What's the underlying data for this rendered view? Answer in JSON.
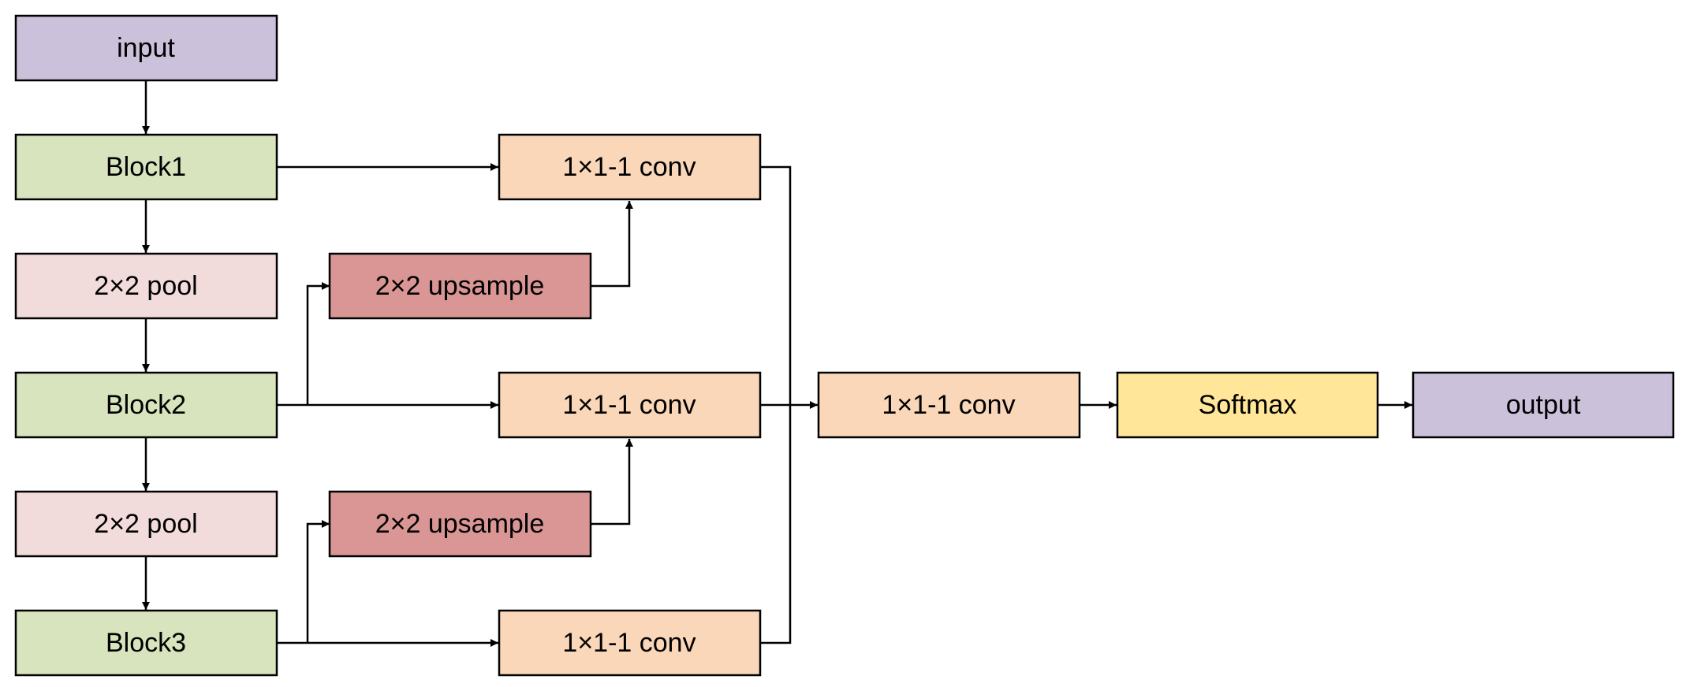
{
  "colors": {
    "io": "#CCC1DA",
    "block": "#D7E4BD",
    "pool": "#F2DCDB",
    "upsample": "#D99694",
    "conv": "#FAD7B8",
    "softmax": "#FFE699",
    "stroke": "#000000"
  },
  "nodes": {
    "input": "input",
    "block1": "Block1",
    "pool1": "2×2 pool",
    "block2": "Block2",
    "pool2": "2×2 pool",
    "block3": "Block3",
    "upsample1": "2×2 upsample",
    "upsample2": "2×2 upsample",
    "conv1": "1×1-1 conv",
    "conv2": "1×1-1 conv",
    "conv3": "1×1-1 conv",
    "conv_merge": "1×1-1 conv",
    "softmax": "Softmax",
    "output": "output"
  },
  "edges": [
    [
      "input",
      "block1"
    ],
    [
      "block1",
      "pool1"
    ],
    [
      "pool1",
      "block2"
    ],
    [
      "block2",
      "pool2"
    ],
    [
      "pool2",
      "block3"
    ],
    [
      "block1",
      "conv1"
    ],
    [
      "block2",
      "upsample1"
    ],
    [
      "upsample1",
      "conv1"
    ],
    [
      "block2",
      "conv2"
    ],
    [
      "block3",
      "upsample2"
    ],
    [
      "upsample2",
      "conv2"
    ],
    [
      "block3",
      "conv3"
    ],
    [
      "conv1",
      "conv_merge"
    ],
    [
      "conv2",
      "conv_merge"
    ],
    [
      "conv3",
      "conv_merge"
    ],
    [
      "conv_merge",
      "softmax"
    ],
    [
      "softmax",
      "output"
    ]
  ]
}
